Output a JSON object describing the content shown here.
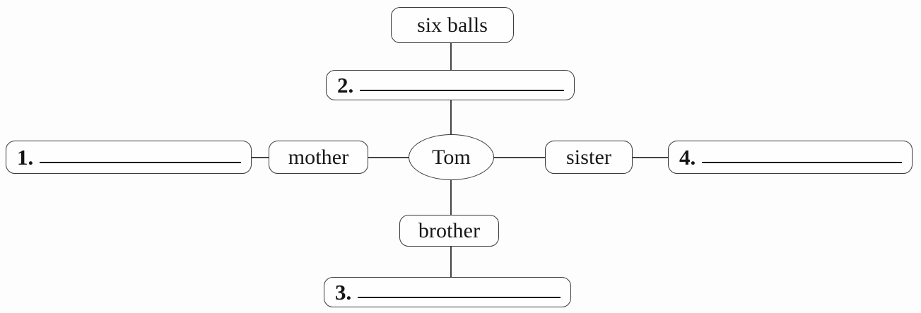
{
  "worksheet": {
    "type": "word-web",
    "center": {
      "id": "center-node",
      "label": "Tom",
      "shape": "oval"
    },
    "branches": [
      {
        "id": "branch-top",
        "direction": "up",
        "relation_label": "six balls",
        "answer": {
          "number": "2.",
          "value": "",
          "filled": false
        }
      },
      {
        "id": "branch-left",
        "direction": "left",
        "relation_label": "mother",
        "answer": {
          "number": "1.",
          "value": "",
          "filled": false
        }
      },
      {
        "id": "branch-right",
        "direction": "right",
        "relation_label": "sister",
        "answer": {
          "number": "4.",
          "value": "",
          "filled": false
        }
      },
      {
        "id": "branch-bottom",
        "direction": "down",
        "relation_label": "brother",
        "answer": {
          "number": "3.",
          "value": "",
          "filled": false
        }
      }
    ],
    "colors": {
      "background": "#fdfdfd",
      "outline": "#3a3a38",
      "text": "#17171a",
      "rule": "#1c1c1e"
    }
  }
}
